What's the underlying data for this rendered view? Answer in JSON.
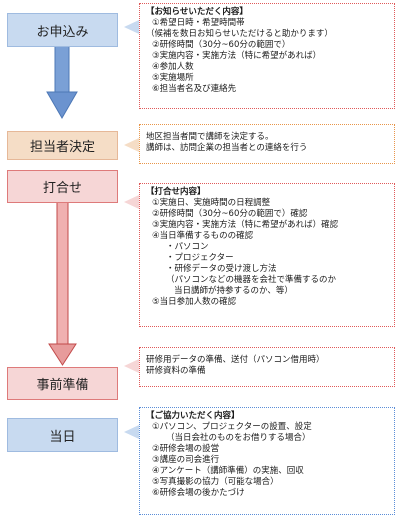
{
  "stages": {
    "application": "お申込み",
    "assign": "担当者決定",
    "meeting": "打合せ",
    "prep": "事前準備",
    "day": "当日"
  },
  "application_box": {
    "header": "【お知らせいただく内容】",
    "lines": [
      "①希望日時・希望時間帯",
      "（候補を数日お知らせいただけると助かります）",
      "②研修時間（30分~60分の範囲で）",
      "③実施内容・実施方法（特に希望があれば）",
      "④参加人数",
      "⑤実施場所",
      "⑥担当者名及び連絡先"
    ]
  },
  "assign_box": {
    "lines": [
      "地区担当者間で講師を決定する。",
      "講師は、訪問企業の担当者との連絡を行う"
    ]
  },
  "meeting_box": {
    "header": "【打合せ内容】",
    "lines": [
      "①実施日、実施時間の日程調整",
      "②研修時間（30分~60分の範囲で）確認",
      "③実施内容・実施方法（特に希望があれば）確認",
      "④当日準備するものの確認",
      "・パソコン",
      "・プロジェクター",
      "・研修データの受け渡し方法",
      "（パソコンなどの機器を会社で準備するのか",
      "当日講師が持参するのか、等）",
      "⑤当日参加人数の確認"
    ]
  },
  "prep_box": {
    "lines": [
      "研修用データの準備、送付（パソコン借用時）",
      "研修資料の準備"
    ]
  },
  "day_box": {
    "header": "【ご協力いただく内容】",
    "lines": [
      "①パソコン、プロジェクターの設置、設定",
      "（当日会社のものをお借りする場合）",
      "②研修会場の設営",
      "③講座の司会進行",
      "④アンケート（講師準備）の実施、回収",
      "⑤写真撮影の協力（可能な場合）",
      "⑥研修会場の後かたづけ"
    ]
  },
  "colors": {
    "blue_stage": "#c8daf0",
    "tan_stage": "#f5ddc6",
    "red_stage": "#f6d6d6",
    "blue_arrow": "#5a86c6",
    "red_arrow": "#d86a6a"
  }
}
